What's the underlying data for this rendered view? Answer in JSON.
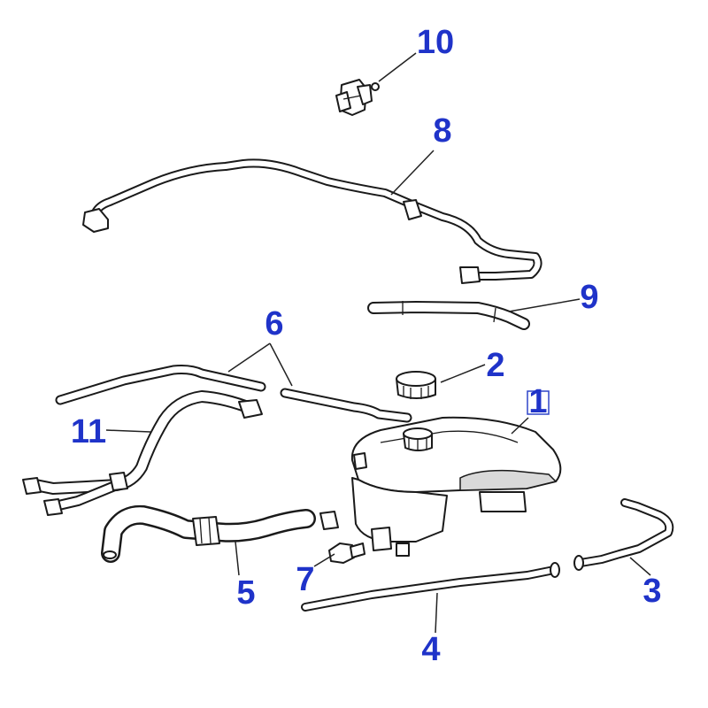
{
  "diagram": {
    "accent_color": "#1f33c9",
    "line_color": "#1a1a1a",
    "callouts": [
      {
        "id": "1",
        "label": "1",
        "boxed": true
      },
      {
        "id": "2",
        "label": "2"
      },
      {
        "id": "3",
        "label": "3"
      },
      {
        "id": "4",
        "label": "4"
      },
      {
        "id": "5",
        "label": "5"
      },
      {
        "id": "6",
        "label": "6"
      },
      {
        "id": "7",
        "label": "7"
      },
      {
        "id": "8",
        "label": "8"
      },
      {
        "id": "9",
        "label": "9"
      },
      {
        "id": "10",
        "label": "10"
      },
      {
        "id": "11",
        "label": "11"
      }
    ]
  }
}
